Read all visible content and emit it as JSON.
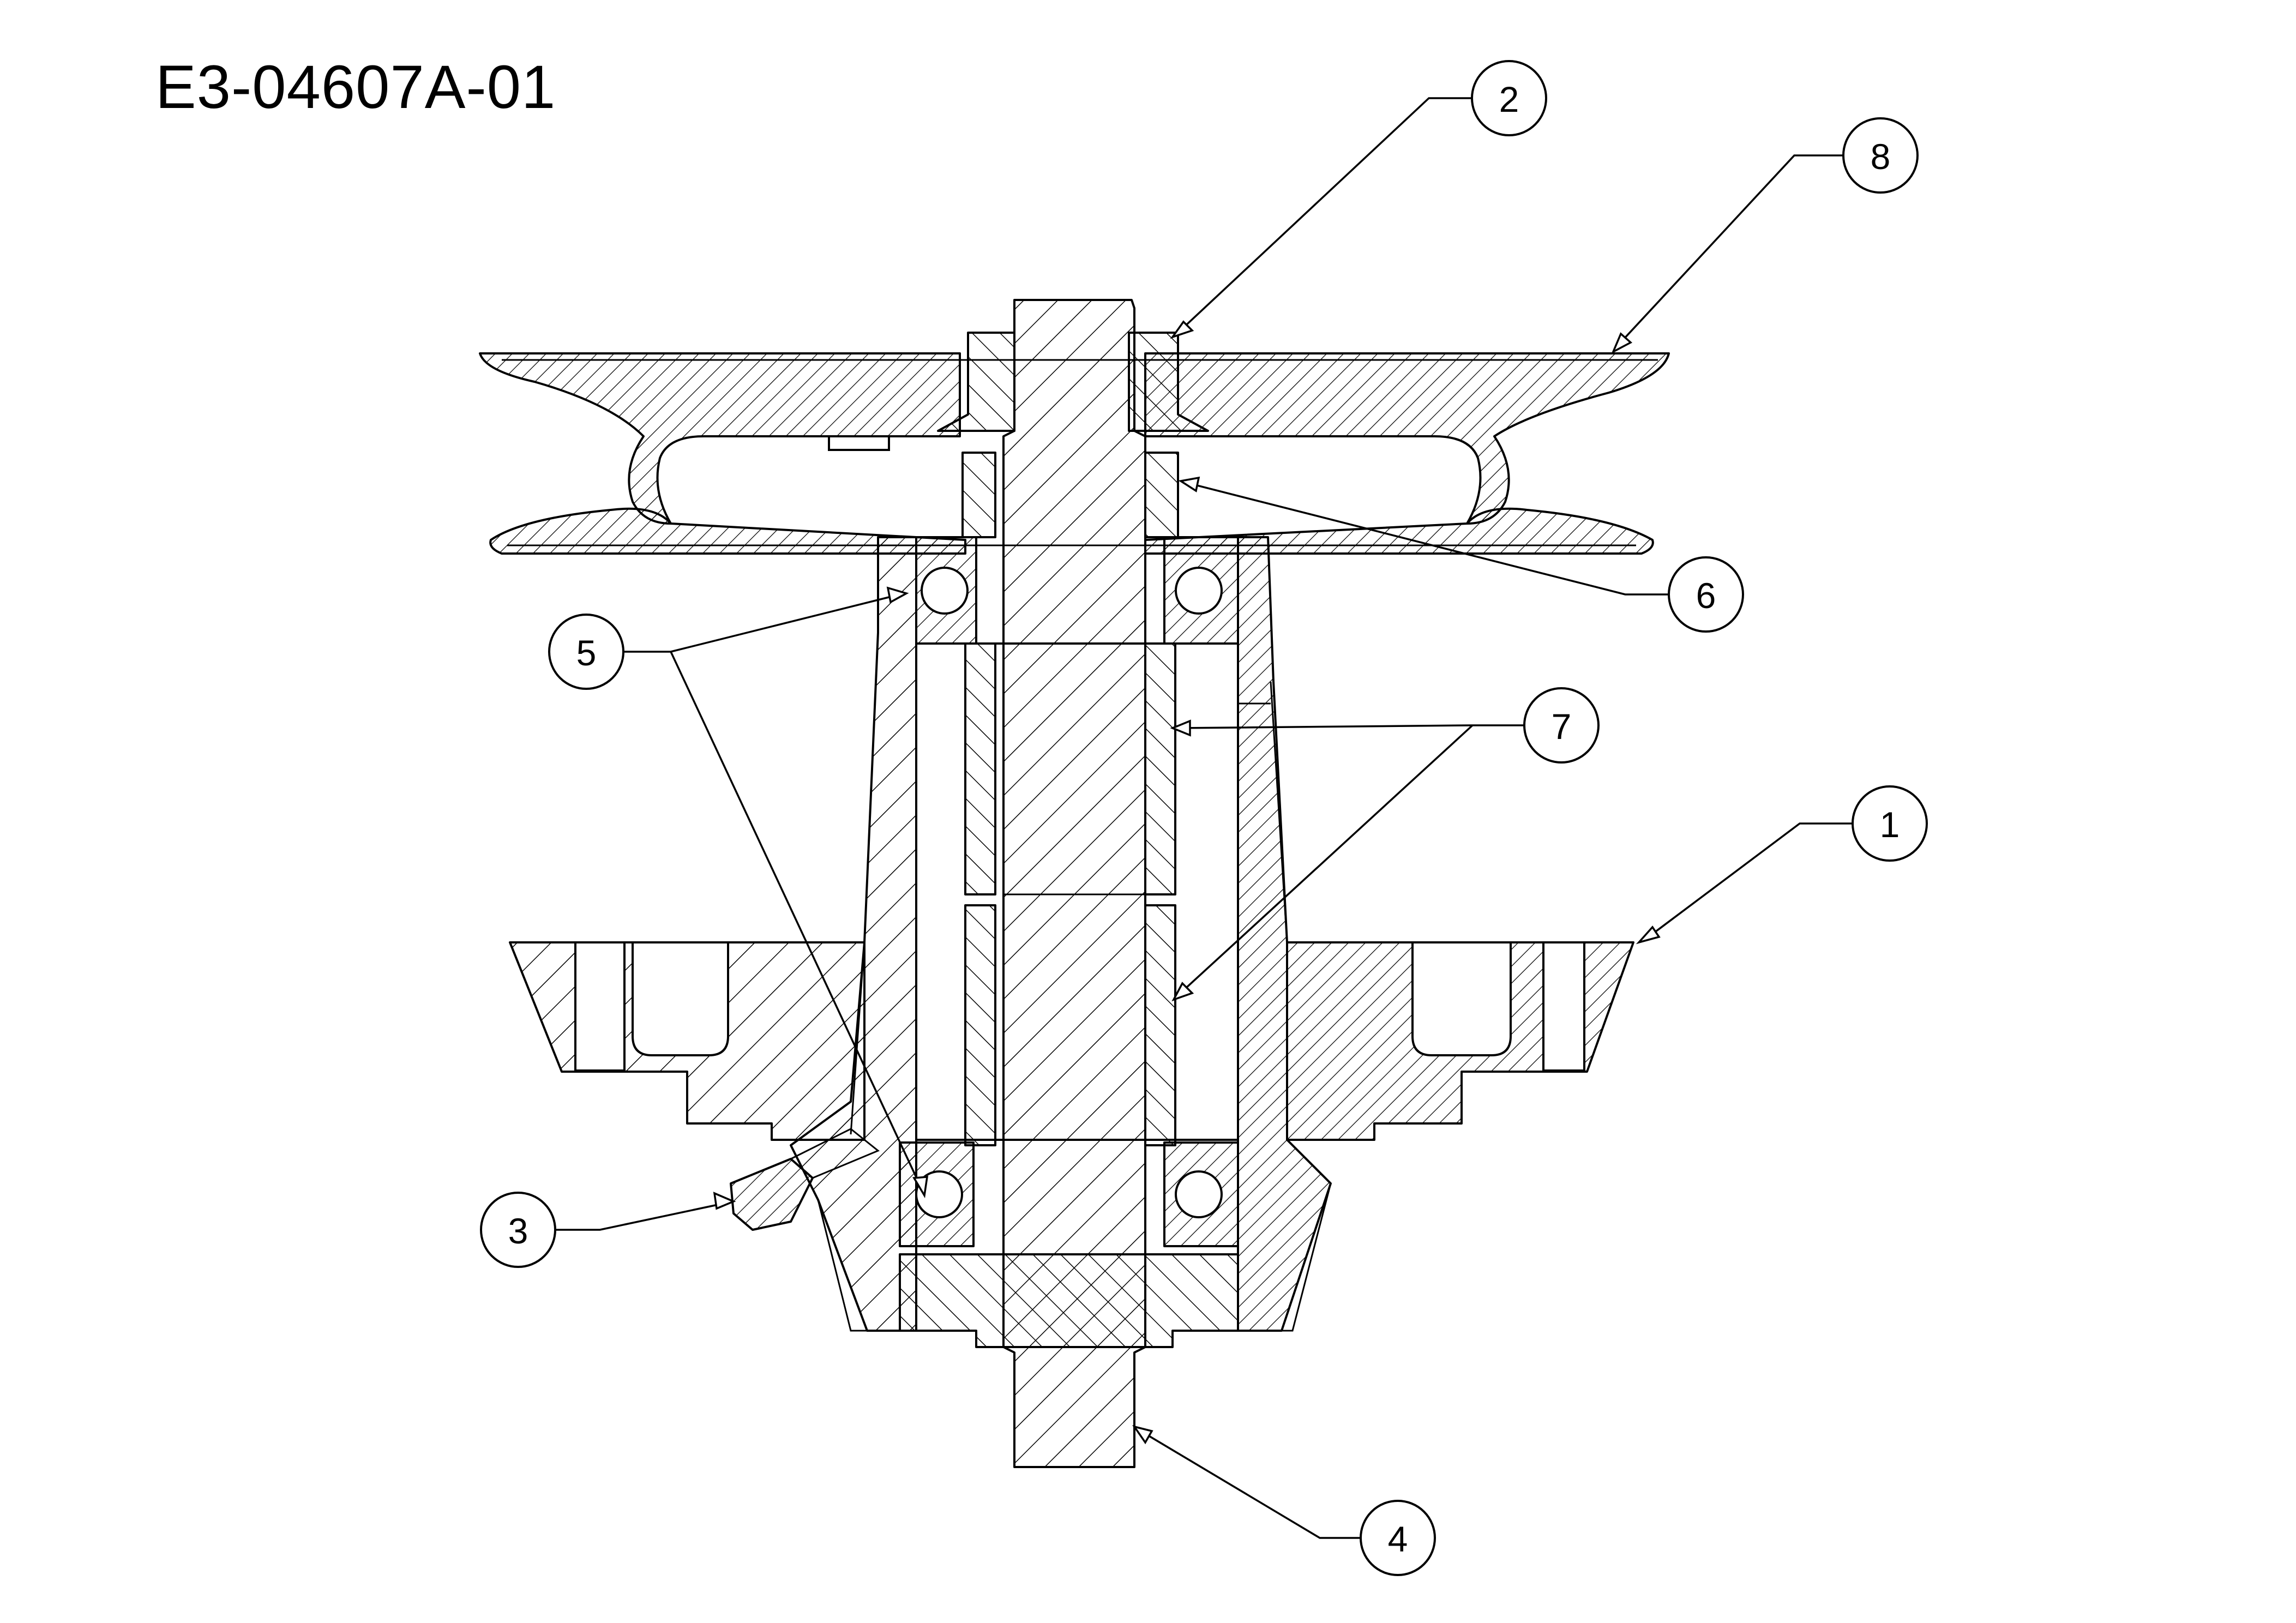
{
  "title": "E3-04607A-01",
  "callouts": [
    {
      "id": "1",
      "label": "1"
    },
    {
      "id": "2",
      "label": "2"
    },
    {
      "id": "3",
      "label": "3"
    },
    {
      "id": "4",
      "label": "4"
    },
    {
      "id": "5",
      "label": "5"
    },
    {
      "id": "6",
      "label": "6"
    },
    {
      "id": "7",
      "label": "7"
    },
    {
      "id": "8",
      "label": "8"
    }
  ]
}
